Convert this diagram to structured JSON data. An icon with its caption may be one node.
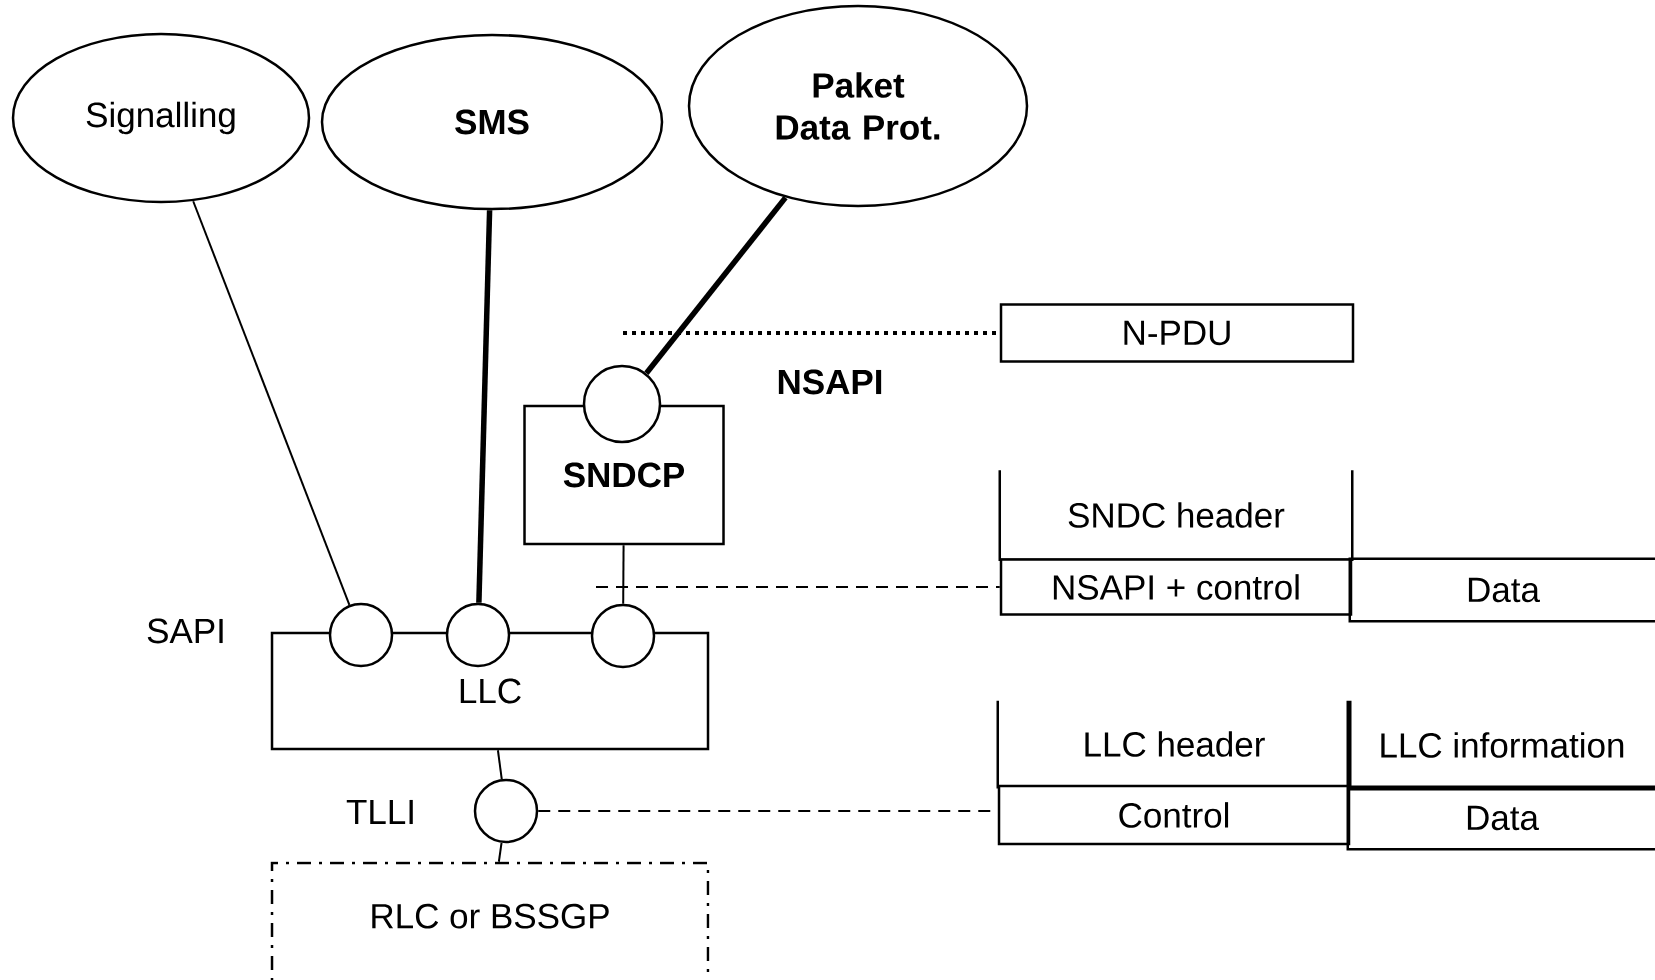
{
  "diagram": {
    "nodes": [
      {
        "text": [
          "Signalling"
        ]
      },
      {
        "text": [
          "SMS"
        ]
      },
      {
        "text": [
          "Paket Data Prot."
        ]
      },
      {
        "text": [
          "SNDCP"
        ]
      },
      {
        "text": [],
        "shape": "circle"
      },
      {
        "text": [
          "LLC"
        ]
      },
      {
        "text": [],
        "shape": "circle"
      },
      {
        "text": [],
        "shape": "circle"
      },
      {
        "text": [],
        "shape": "circle"
      },
      {
        "text": [],
        "shape": "circle"
      },
      {
        "text": [
          "RLC or BSSGP"
        ]
      },
      {
        "text": [
          "N-PDU"
        ]
      },
      {
        "text": [
          "SNDC header"
        ]
      },
      {
        "text": [
          "NSAPI + control"
        ]
      },
      {
        "text": [
          "Data"
        ]
      },
      {
        "text": [
          "LLC header"
        ]
      },
      {
        "text": [
          "LLC information"
        ]
      },
      {
        "text": [
          "Control"
        ]
      },
      {
        "text": [
          "Data"
        ]
      }
    ],
    "edges": [
      {
        "from": 0,
        "to": 6,
        "arrow": "none"
      },
      {
        "from": 1,
        "to": 7,
        "arrow": "none",
        "style": "thick"
      },
      {
        "from": 2,
        "to": 4,
        "arrow": "none",
        "style": "thick"
      },
      {
        "from": 3,
        "to": 8,
        "arrow": "none"
      },
      {
        "from": 5,
        "to": 9,
        "arrow": "none"
      },
      {
        "from": 9,
        "to": 10,
        "arrow": "none"
      },
      {
        "from": null,
        "to": 11,
        "arrow": "none",
        "style": "dashed"
      },
      {
        "from": null,
        "to": 13,
        "arrow": "none",
        "style": "dashed"
      },
      {
        "from": 9,
        "to": 17,
        "arrow": "none",
        "style": "dashed"
      }
    ],
    "labels": [
      "NSAPI",
      "SAPI",
      "TLLI"
    ]
  }
}
